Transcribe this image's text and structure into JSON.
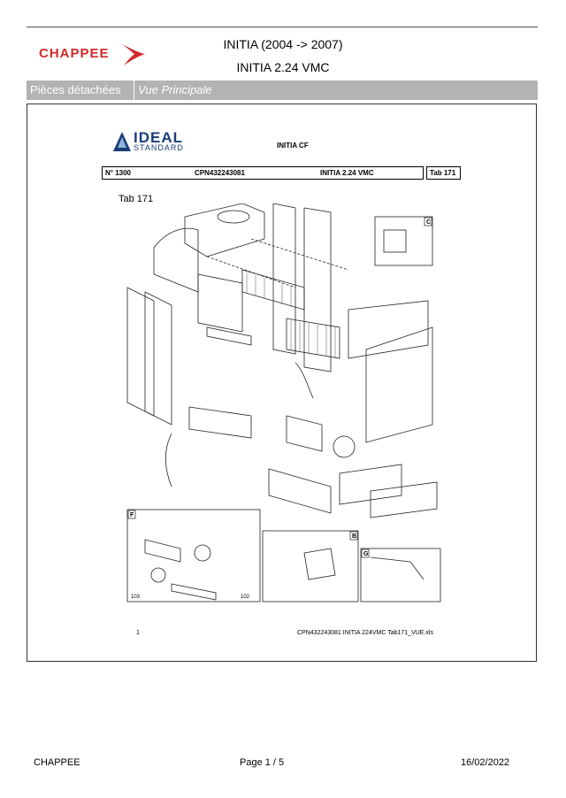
{
  "header": {
    "brand": "CHAPPEE",
    "title_line1": "INITIA (2004 -> 2007)",
    "title_line2": "INITIA 2.24 VMC"
  },
  "section": {
    "left_label": "Pièces détachées",
    "right_label": "Vue Principale"
  },
  "sheet": {
    "ideal_brand_top": "IDEAL",
    "ideal_brand_bottom": "STANDARD",
    "model": "INITIA CF",
    "number": "N° 1300",
    "reference": "CPN432243081",
    "model_name": "INITIA 2.24 VMC",
    "tab_box": "Tab 171",
    "tab_label": "Tab 171",
    "callouts": [
      "C",
      "F",
      "B",
      "G"
    ],
    "callout_numbers": [
      "103",
      "102"
    ],
    "footer_number": "1",
    "footer_file": "CPN432243081 INITIA 224VMC Tab171_VUE.xls"
  },
  "page_footer": {
    "company": "CHAPPEE",
    "page": "Page   1  /  5",
    "date": "16/02/2022"
  },
  "colors": {
    "brand_red": "#d12a2a",
    "section_bar": "#b3b3b3",
    "ideal_blue": "#1a3e7a"
  }
}
